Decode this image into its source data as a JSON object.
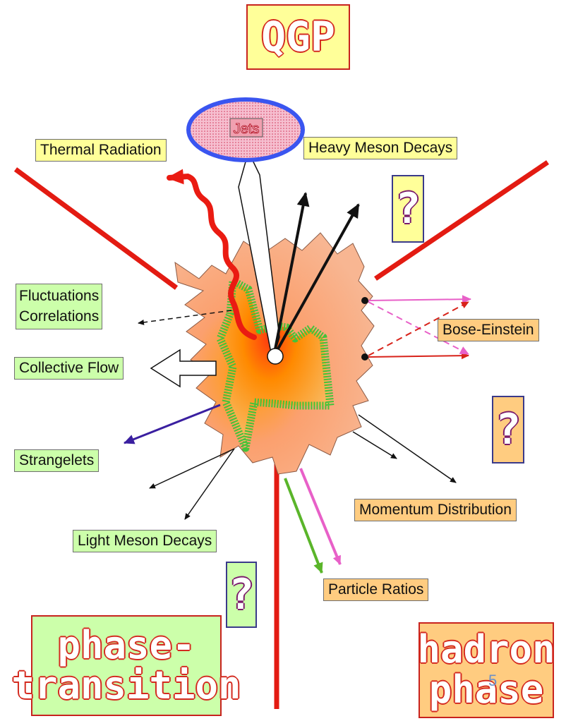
{
  "title": "QGP",
  "jets": "Jets",
  "labels": {
    "thermal_radiation": "Thermal Radiation",
    "heavy_meson_decays": "Heavy Meson Decays",
    "fluctuations": "Fluctuations",
    "correlations": "Correlations",
    "bose_einstein": "Bose-Einstein",
    "collective_flow": "Collective Flow",
    "strangelets": "Strangelets",
    "momentum_distribution": "Momentum Distribution",
    "light_meson_decays": "Light Meson Decays",
    "particle_ratios": "Particle Ratios"
  },
  "question_mark": "?",
  "phases": {
    "phase_transition_line1": "phase-",
    "phase_transition_line2": "transition",
    "hadron_line1": "hadron",
    "hadron_line2": "phase"
  },
  "slide_number": "5",
  "colors": {
    "phase_boundary": "#e31b12",
    "fireball_outer": "#f7a77e",
    "fireball_core": "#ff8a00",
    "qgp_boundary": "#44c23a",
    "jets_ellipse": "#3a55f0",
    "photon": "#ea1b12"
  }
}
